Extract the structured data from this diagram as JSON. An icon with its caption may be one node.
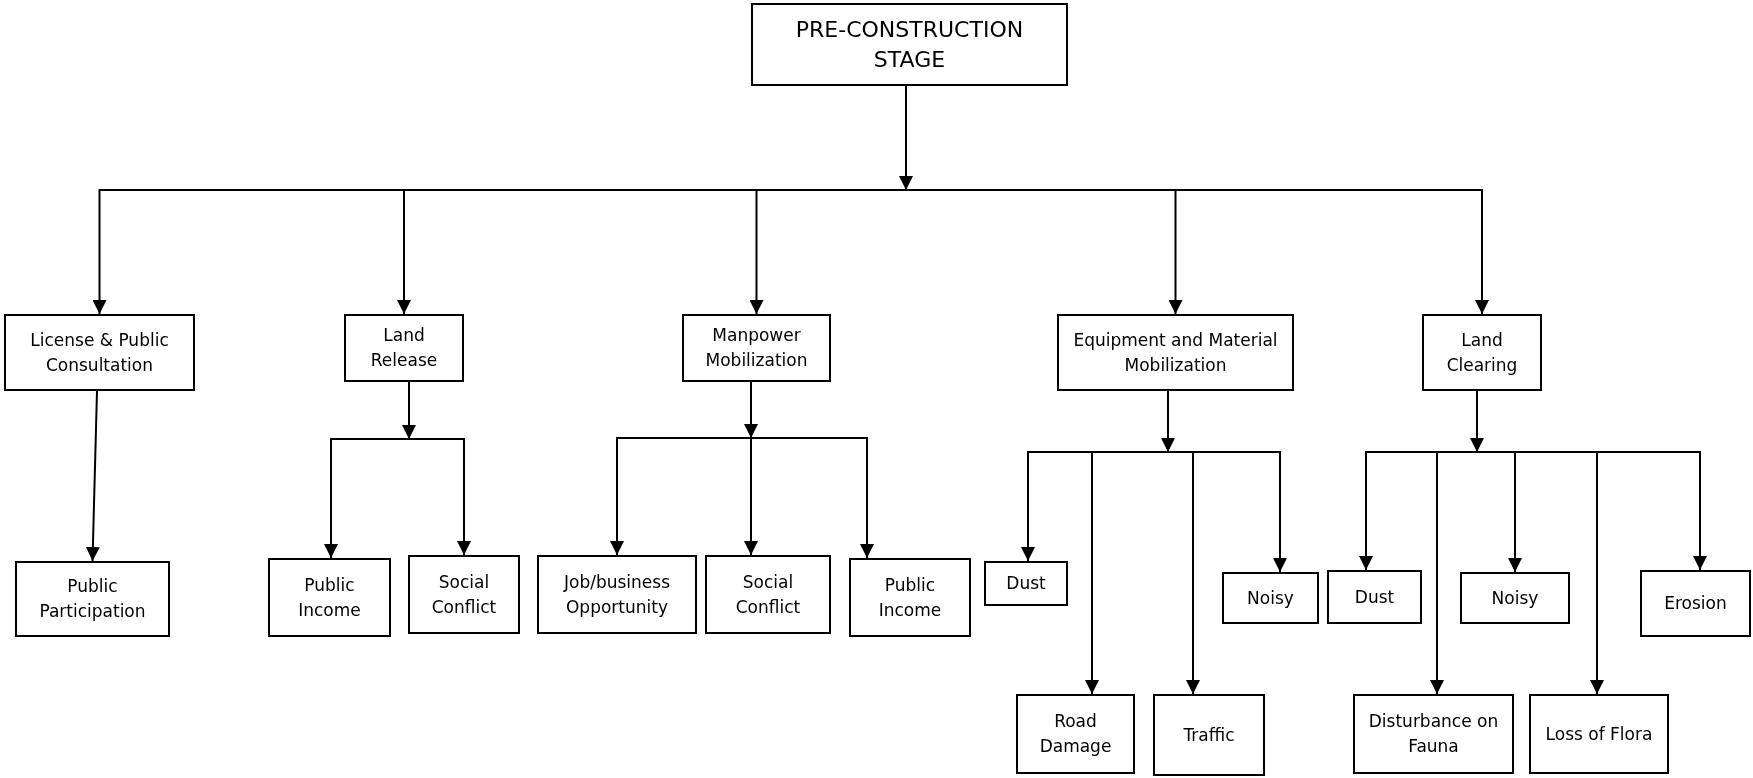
{
  "diagram": {
    "nodes": [
      {
        "text": [
          "PRE-CONSTRUCTION STAGE"
        ]
      },
      {
        "text": [
          "License & Public Consultation"
        ]
      },
      {
        "text": [
          "Land Release"
        ]
      },
      {
        "text": [
          "Manpower Mobilization"
        ]
      },
      {
        "text": [
          "Equipment and Material Mobilization"
        ]
      },
      {
        "text": [
          "Land Clearing"
        ]
      },
      {
        "text": [
          "Public Participation"
        ]
      },
      {
        "text": [
          "Public Income"
        ]
      },
      {
        "text": [
          "Social Conflict"
        ]
      },
      {
        "text": [
          "Job/business Opportunity"
        ]
      },
      {
        "text": [
          "Social Conflict"
        ]
      },
      {
        "text": [
          "Public Income"
        ]
      },
      {
        "text": [
          "Dust"
        ]
      },
      {
        "text": [
          "Road Damage"
        ]
      },
      {
        "text": [
          "Traffic"
        ]
      },
      {
        "text": [
          "Noisy"
        ]
      },
      {
        "text": [
          "Dust"
        ]
      },
      {
        "text": [
          "Disturbance on Fauna"
        ]
      },
      {
        "text": [
          "Noisy"
        ]
      },
      {
        "text": [
          "Loss of Flora"
        ]
      },
      {
        "text": [
          "Erosion"
        ]
      }
    ],
    "edges": [
      {
        "from": 0,
        "to": 1,
        "arrow": "to"
      },
      {
        "from": 0,
        "to": 2,
        "arrow": "to"
      },
      {
        "from": 0,
        "to": 3,
        "arrow": "to"
      },
      {
        "from": 0,
        "to": 4,
        "arrow": "to"
      },
      {
        "from": 0,
        "to": 5,
        "arrow": "to"
      },
      {
        "from": 1,
        "to": 6,
        "arrow": "to"
      },
      {
        "from": 2,
        "to": 7,
        "arrow": "to"
      },
      {
        "from": 2,
        "to": 8,
        "arrow": "to"
      },
      {
        "from": 3,
        "to": 9,
        "arrow": "to"
      },
      {
        "from": 3,
        "to": 10,
        "arrow": "to"
      },
      {
        "from": 3,
        "to": 11,
        "arrow": "to"
      },
      {
        "from": 4,
        "to": 12,
        "arrow": "to"
      },
      {
        "from": 4,
        "to": 13,
        "arrow": "to"
      },
      {
        "from": 4,
        "to": 14,
        "arrow": "to"
      },
      {
        "from": 4,
        "to": 15,
        "arrow": "to"
      },
      {
        "from": 5,
        "to": 16,
        "arrow": "to"
      },
      {
        "from": 5,
        "to": 17,
        "arrow": "to"
      },
      {
        "from": 5,
        "to": 18,
        "arrow": "to"
      },
      {
        "from": 5,
        "to": 19,
        "arrow": "to"
      },
      {
        "from": 5,
        "to": 20,
        "arrow": "to"
      }
    ]
  }
}
